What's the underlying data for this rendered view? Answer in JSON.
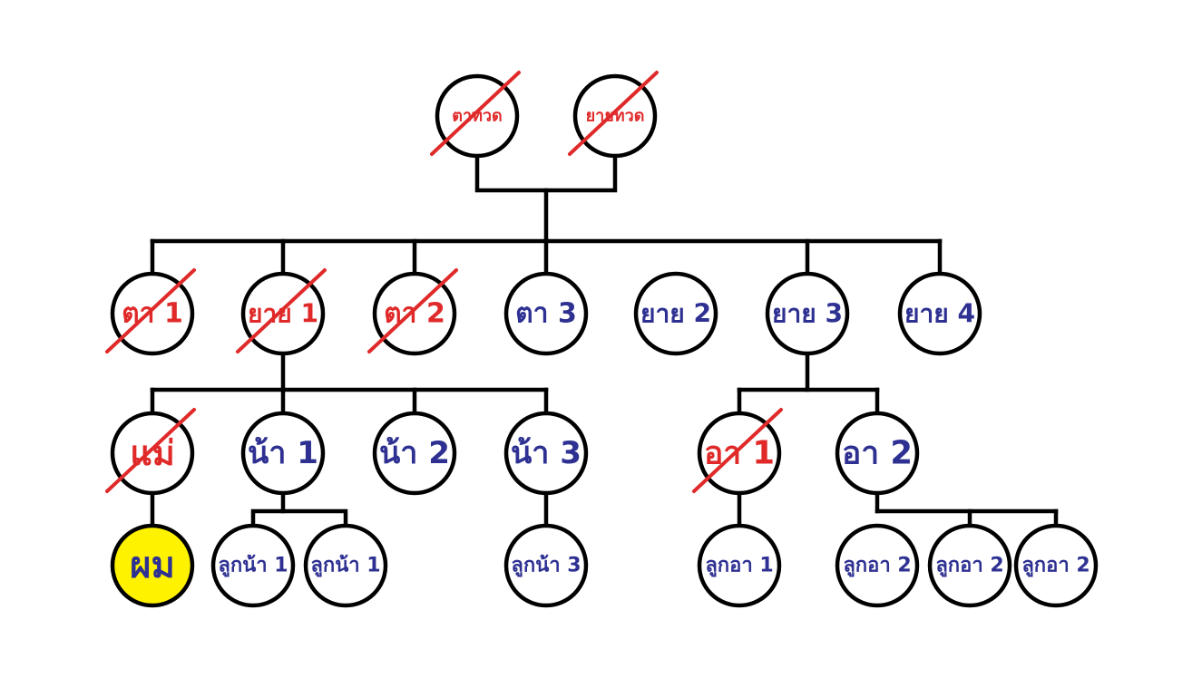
{
  "nodes": {
    "great_grandfather": {
      "label": "ตาทวด",
      "deceased": true
    },
    "great_grandmother": {
      "label": "ยายทวด",
      "deceased": true
    },
    "grandpa1": {
      "label": "ตา 1",
      "deceased": true
    },
    "grandma1": {
      "label": "ยาย 1",
      "deceased": true
    },
    "grandpa2": {
      "label": "ตา 2",
      "deceased": true
    },
    "grandpa3": {
      "label": "ตา 3",
      "deceased": false
    },
    "grandma2": {
      "label": "ยาย 2",
      "deceased": false
    },
    "grandma3": {
      "label": "ยาย 3",
      "deceased": false
    },
    "grandma4": {
      "label": "ยาย 4",
      "deceased": false
    },
    "mother": {
      "label": "แม่",
      "deceased": true
    },
    "aunt1": {
      "label": "น้า 1",
      "deceased": false
    },
    "aunt2": {
      "label": "น้า 2",
      "deceased": false
    },
    "aunt3": {
      "label": "น้า 3",
      "deceased": false
    },
    "relative_a1": {
      "label": "อา 1",
      "deceased": true
    },
    "relative_a2": {
      "label": "อา 2",
      "deceased": false
    },
    "self": {
      "label": "ผม",
      "deceased": false,
      "highlight": true
    },
    "cousin_n1a": {
      "label": "ลูกน้า 1",
      "deceased": false
    },
    "cousin_n1b": {
      "label": "ลูกน้า 1",
      "deceased": false
    },
    "cousin_n3": {
      "label": "ลูกน้า 3",
      "deceased": false
    },
    "cousin_a1": {
      "label": "ลูกอา 1",
      "deceased": false
    },
    "cousin_a2a": {
      "label": "ลูกอา 2",
      "deceased": false
    },
    "cousin_a2b": {
      "label": "ลูกอา 2",
      "deceased": false
    },
    "cousin_a2c": {
      "label": "ลูกอา 2",
      "deceased": false
    }
  },
  "colors": {
    "alive_text": "#2e3192",
    "deceased_text": "#e02a2a",
    "strike": "#e02a2a",
    "self_fill": "#fff200",
    "line": "#000000"
  }
}
